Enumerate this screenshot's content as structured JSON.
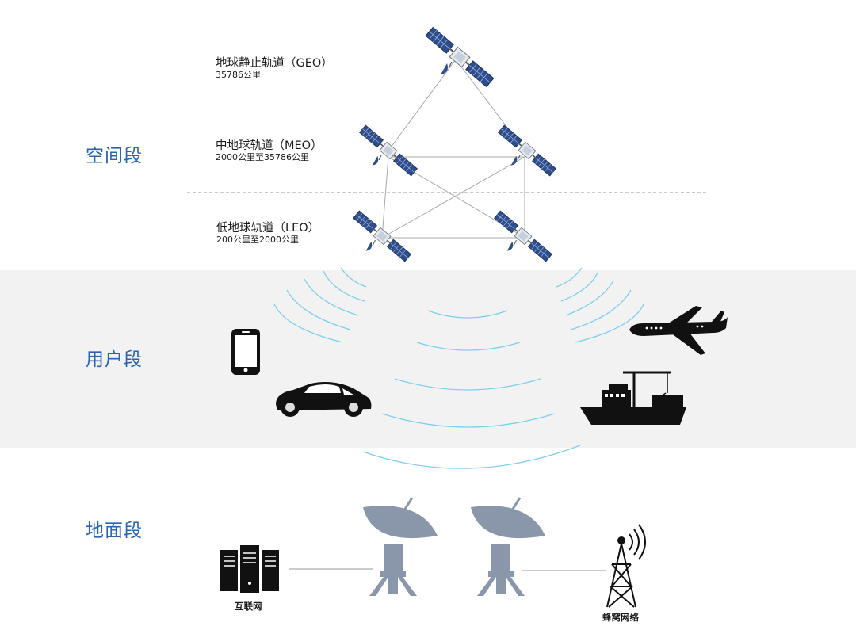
{
  "segments": {
    "space": "空间段",
    "user": "用户段",
    "ground": "地面段"
  },
  "orbits": {
    "geo": {
      "name": "地球静止轨道（GEO）",
      "altitude": "35786公里"
    },
    "meo": {
      "name": "中地球轨道（MEO）",
      "altitude": "2000公里至35786公里"
    },
    "leo": {
      "name": "低地球轨道（LEO）",
      "altitude": "200公里至2000公里"
    }
  },
  "ground": {
    "internet_label": "互联网",
    "cellular_label": "蜂窝网络"
  },
  "colors": {
    "segment_label": "#2a63b0",
    "signal_wave": "#7ccfee",
    "user_band": "#f2f2f2",
    "dish": "#8a97aa"
  },
  "icons": [
    "satellite-icon",
    "smartphone-icon",
    "car-icon",
    "airplane-icon",
    "ship-icon",
    "server-icon",
    "dish-antenna-icon",
    "cell-tower-icon"
  ]
}
